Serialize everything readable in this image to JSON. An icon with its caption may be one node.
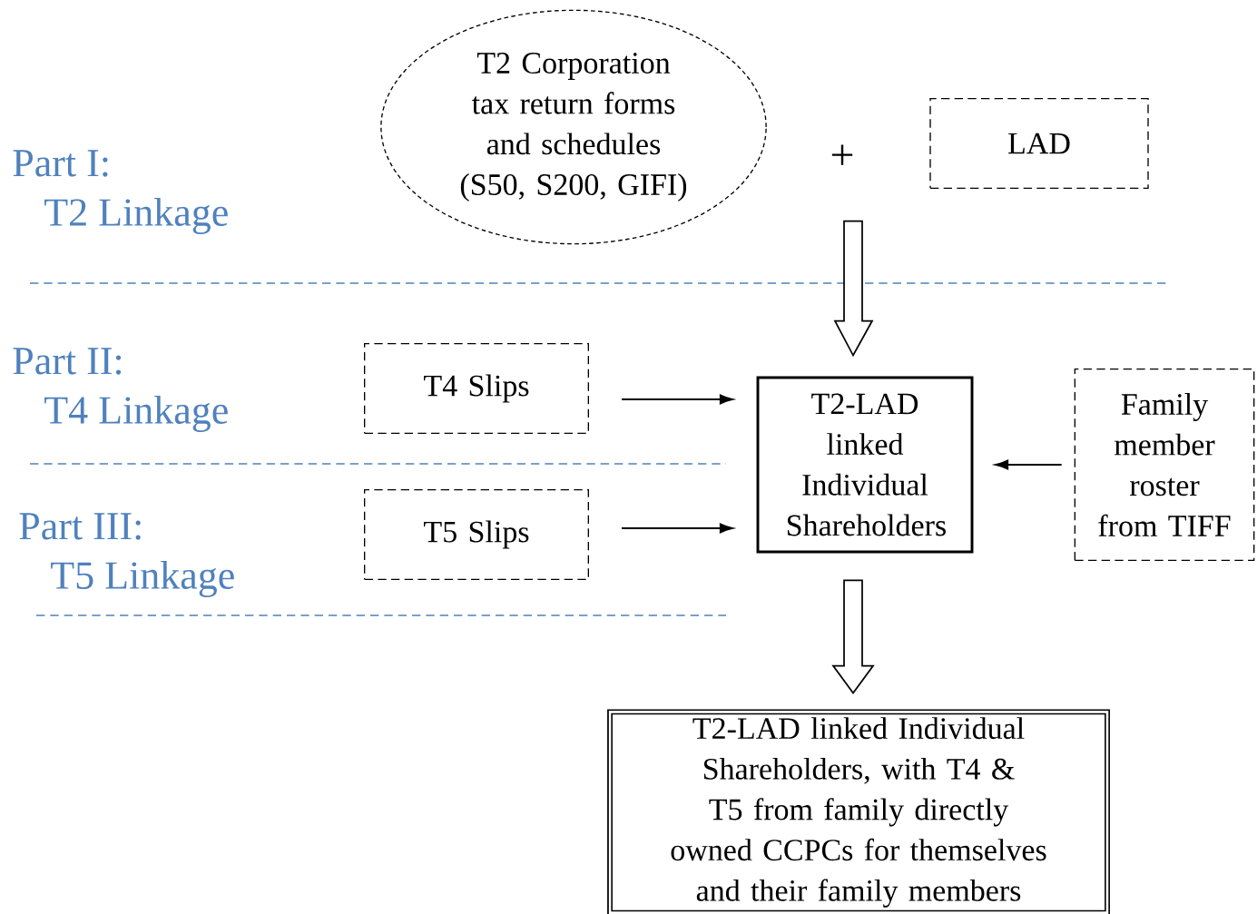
{
  "diagram": {
    "nodes": [
      {
        "text": [
          "T2 Corporation tax return forms and schedules (S50, S200, GIFI)"
        ]
      },
      {
        "text": [
          "LAD"
        ]
      },
      {
        "text": [
          "T4 Slips"
        ]
      },
      {
        "text": [
          "T5 Slips"
        ]
      },
      {
        "text": [
          "T2-LAD linked Individual Shareholders"
        ]
      },
      {
        "text": [
          "Family member roster from TIFF"
        ]
      },
      {
        "text": [
          "T2-LAD linked Individual Shareholders, with T4 & T5 from family directly owned CCPCs for themselves and their family members"
        ]
      }
    ],
    "edges": [
      {
        "from": null,
        "to": 4,
        "arrow": "to",
        "style": "thick"
      },
      {
        "from": 2,
        "to": 4,
        "arrow": "to"
      },
      {
        "from": 3,
        "to": 4,
        "arrow": "to"
      },
      {
        "from": 5,
        "to": 4,
        "arrow": "to"
      },
      {
        "from": 4,
        "to": 6,
        "arrow": "to",
        "style": "thick"
      }
    ],
    "labels": [
      "Part I:",
      "T2 Linkage",
      "+",
      "Part II:",
      "T4 Linkage",
      "Part III:",
      "T5 Linkage"
    ]
  }
}
